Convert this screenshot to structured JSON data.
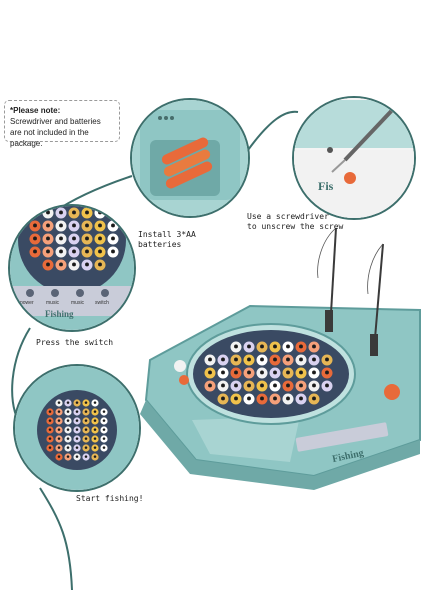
{
  "note": {
    "title": "*Please note:",
    "lines": [
      "Screwdriver and batteries",
      "are not included in the package."
    ]
  },
  "steps": {
    "battery": [
      "Install 3*AA",
      "batteries"
    ],
    "screw": [
      "Use a screwdriver",
      "to unscrew the screw"
    ],
    "switch": "Press the switch",
    "start": "Start fishing!"
  },
  "toy": {
    "brand": "Fishing",
    "panel_labels": [
      "power",
      "music",
      "music",
      "switch"
    ],
    "colors": {
      "body": "#8fc6c4",
      "body_dark": "#5e9c9b",
      "pond": "#3a4a63",
      "connector": "#3d6f6c",
      "accent": "#e86a3a"
    }
  }
}
